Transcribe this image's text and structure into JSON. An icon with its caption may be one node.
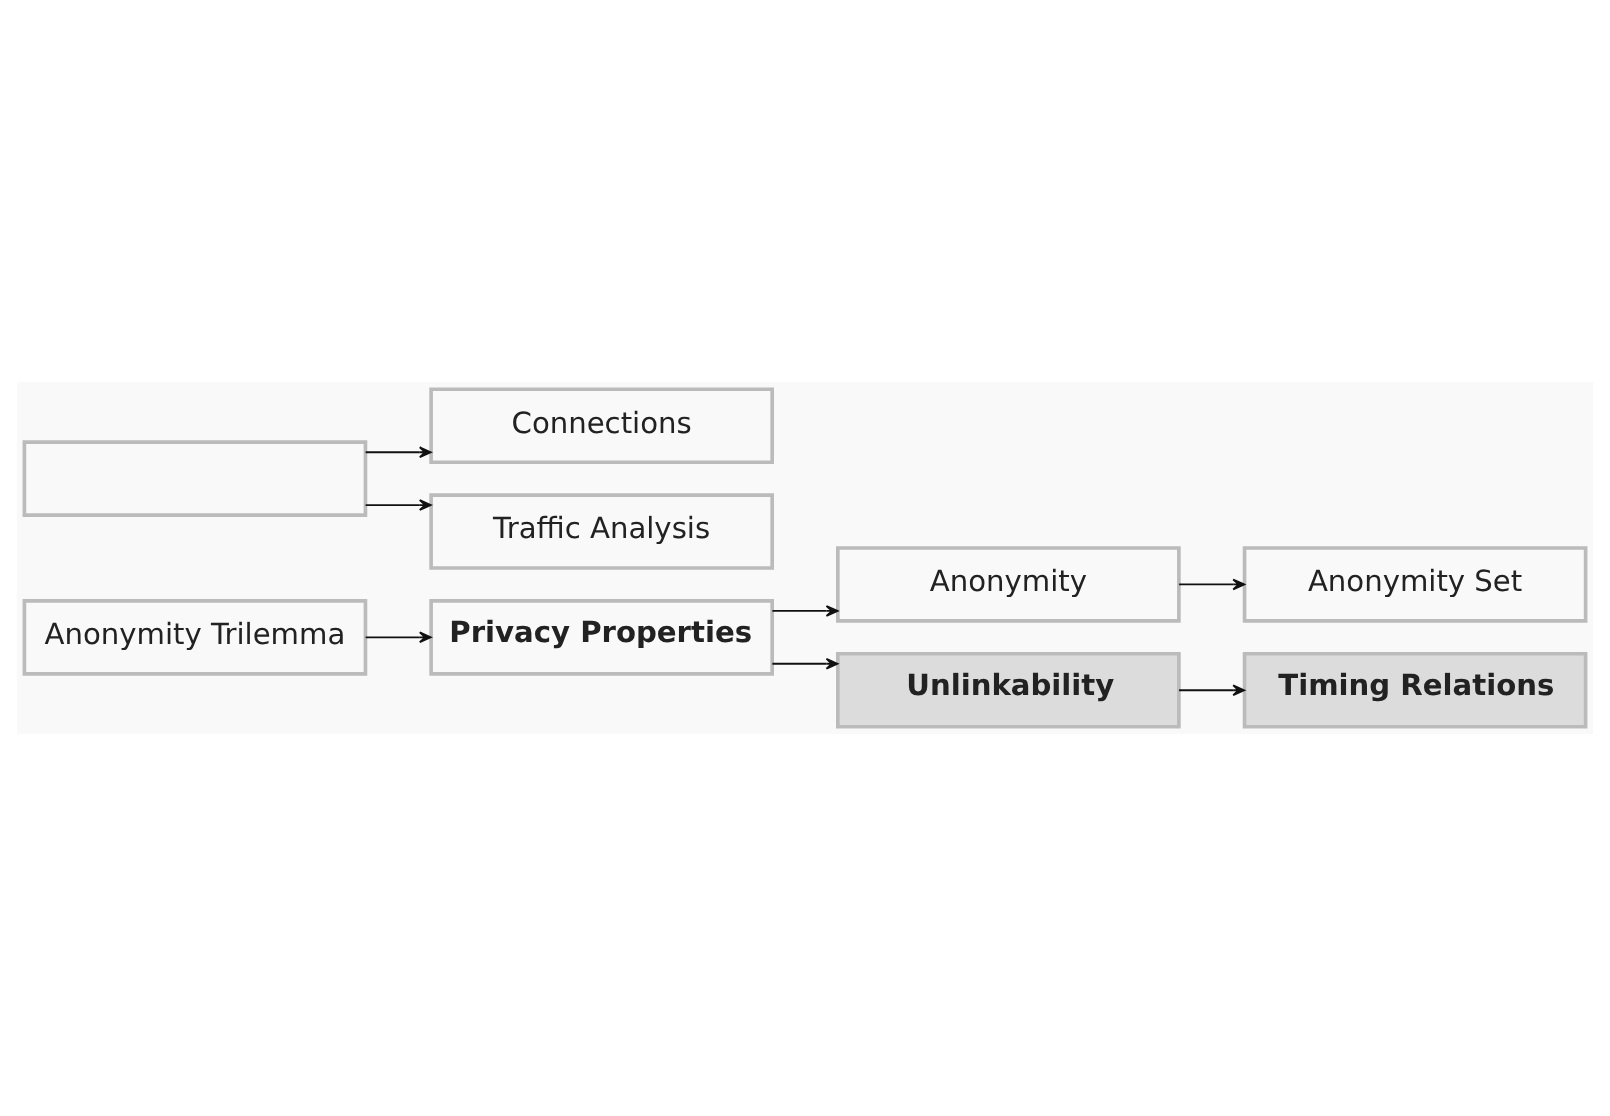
{
  "diagram": {
    "nodes": [
      {
        "text": [
          "Anonymity Trilemma"
        ]
      },
      {
        "text": [
          "Privacy Properties"
        ]
      },
      {
        "text": [
          "Anonymity"
        ]
      },
      {
        "text": [
          "Unlinkability"
        ]
      },
      {
        "text": [
          "Anonymity Set"
        ]
      },
      {
        "text": [
          "Timing Relations"
        ]
      },
      {
        "text": [],
        "shape": "box"
      },
      {
        "text": [
          "Connections"
        ]
      },
      {
        "text": [
          "Traffic Analysis"
        ]
      }
    ],
    "edges": [
      {
        "from": 0,
        "to": 1,
        "arrow": "to"
      },
      {
        "from": 1,
        "to": 2,
        "arrow": "to"
      },
      {
        "from": 1,
        "to": 3,
        "arrow": "to"
      },
      {
        "from": 2,
        "to": 4,
        "arrow": "to"
      },
      {
        "from": 3,
        "to": 5,
        "arrow": "to"
      },
      {
        "from": 6,
        "to": 7,
        "arrow": "to"
      },
      {
        "from": 6,
        "to": 8,
        "arrow": "to"
      }
    ]
  }
}
